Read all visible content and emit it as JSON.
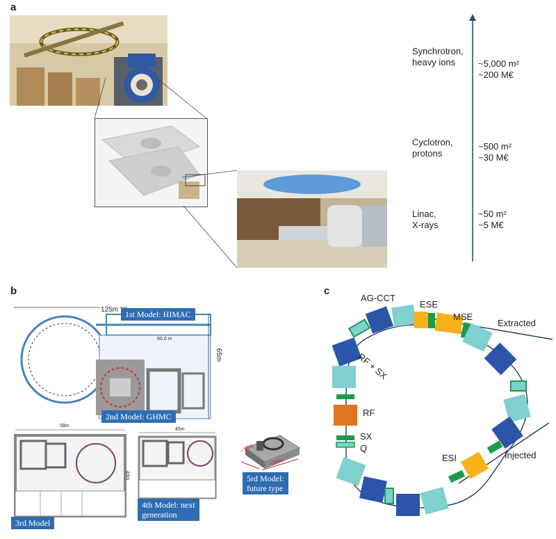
{
  "panel_a": {
    "label": "a",
    "scale": [
      {
        "type": "Synchrotron,\nheavy ions",
        "cost": "~5,000 m²\n~200 M€"
      },
      {
        "type": "Cyclotron,\nprotons",
        "cost": "~500 m²\n~30 M€"
      },
      {
        "type": "Linac,\nX-rays",
        "cost": "~50 m²\n~5 M€"
      }
    ]
  },
  "panel_b": {
    "label": "b",
    "models": [
      {
        "text": "1st Model: HIMAC"
      },
      {
        "text": "2nd Model: GHMC"
      },
      {
        "text": "3rd Model"
      },
      {
        "text": "4th Model: next\ngeneration"
      },
      {
        "text": "5rd Model:\nfuture type"
      }
    ],
    "dims": {
      "d125": "125m",
      "d65": "65m",
      "d58": "58m",
      "d45": "45m",
      "d10": "~10m",
      "d20": "~20m",
      "d43": "43m",
      "d60": "60.0 m"
    }
  },
  "panel_c": {
    "label": "c",
    "labels": {
      "agcct": "AG-CCT",
      "ese": "ESE",
      "mse": "MSE",
      "extracted": "Extracted",
      "rfsx": "RF + SX",
      "rf": "RF",
      "sx": "SX",
      "q": "Q",
      "esi": "ESI",
      "injected": "Injected"
    }
  },
  "colors": {
    "dark_blue": "#2a55a8",
    "light_teal": "#7fd0cf",
    "green": "#1c9b4a",
    "yellow": "#f7b21b",
    "orange": "#e0741f",
    "line": "#1c3d5a"
  }
}
